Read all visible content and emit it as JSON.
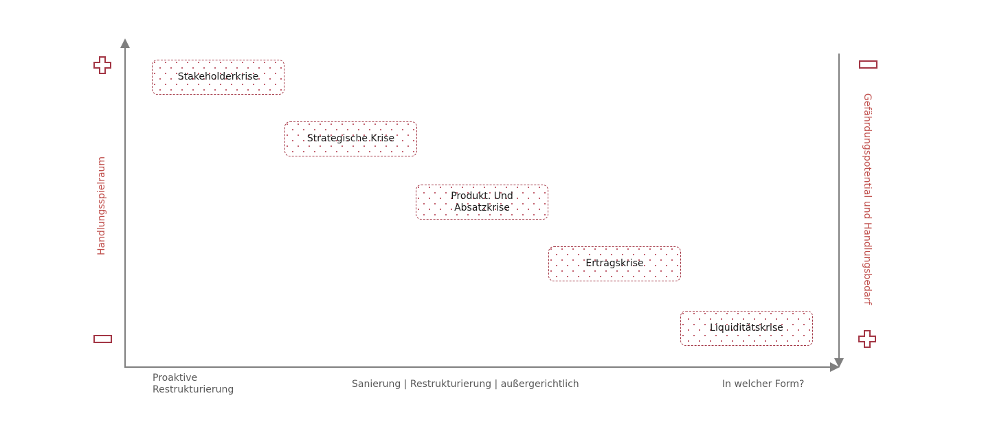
{
  "diagram": {
    "left_axis": {
      "label": "Handlungsspielraum",
      "top_icon": "plus-icon",
      "bottom_icon": "minus-icon"
    },
    "right_axis": {
      "label": "Gefährdungspotential und Handlungsbedarf",
      "top_icon": "minus-icon",
      "bottom_icon": "plus-icon"
    },
    "x_axis": {
      "labels": [
        {
          "line1": "Proaktive",
          "line2": "Restrukturierung"
        },
        {
          "text": "Sanierung | Restrukturierung | außergerichtlich"
        },
        {
          "text": "In welcher Form?"
        }
      ]
    },
    "crises": [
      {
        "lines": [
          "Stakeholderkrise"
        ]
      },
      {
        "lines": [
          "Strategische Krise"
        ]
      },
      {
        "lines": [
          "Produkt. Und",
          "Absatzkrise"
        ]
      },
      {
        "lines": [
          "Ertragskrise"
        ]
      },
      {
        "lines": [
          "Liquiditätskrise"
        ]
      }
    ],
    "colors": {
      "accent": "#a33645",
      "axis": "#7f7f7f",
      "label_red": "#c0504d",
      "text_gray": "#595959"
    }
  }
}
